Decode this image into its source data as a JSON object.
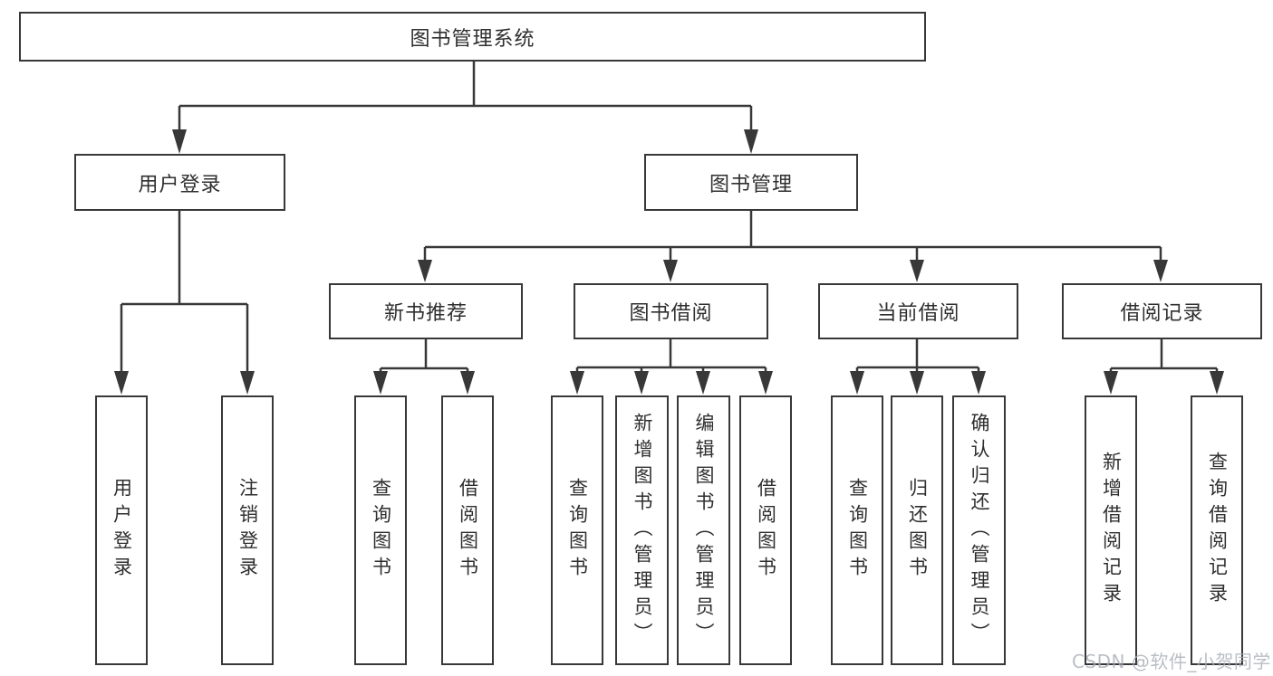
{
  "tree": {
    "label": "图书管理系统",
    "children": [
      {
        "label": "用户登录",
        "children": [
          {
            "label": "用户登录"
          },
          {
            "label": "注销登录"
          }
        ]
      },
      {
        "label": "图书管理",
        "children": [
          {
            "label": "新书推荐",
            "children": [
              {
                "label": "查询图书"
              },
              {
                "label": "借阅图书"
              }
            ]
          },
          {
            "label": "图书借阅",
            "children": [
              {
                "label": "查询图书"
              },
              {
                "label": "新增图书（管理员）"
              },
              {
                "label": "编辑图书（管理员）"
              },
              {
                "label": "借阅图书"
              }
            ]
          },
          {
            "label": "当前借阅",
            "children": [
              {
                "label": "查询图书"
              },
              {
                "label": "归还图书"
              },
              {
                "label": "确认归还（管理员）"
              }
            ]
          },
          {
            "label": "借阅记录",
            "children": [
              {
                "label": "新增借阅记录"
              },
              {
                "label": "查询借阅记录"
              }
            ]
          }
        ]
      }
    ]
  },
  "watermark": "CSDN @软件_小贺同学",
  "colors": {
    "line": "#383838",
    "box_border": "#383838",
    "text": "#2f2f2f",
    "background": "#ffffff",
    "watermark": "#a9afb6"
  }
}
